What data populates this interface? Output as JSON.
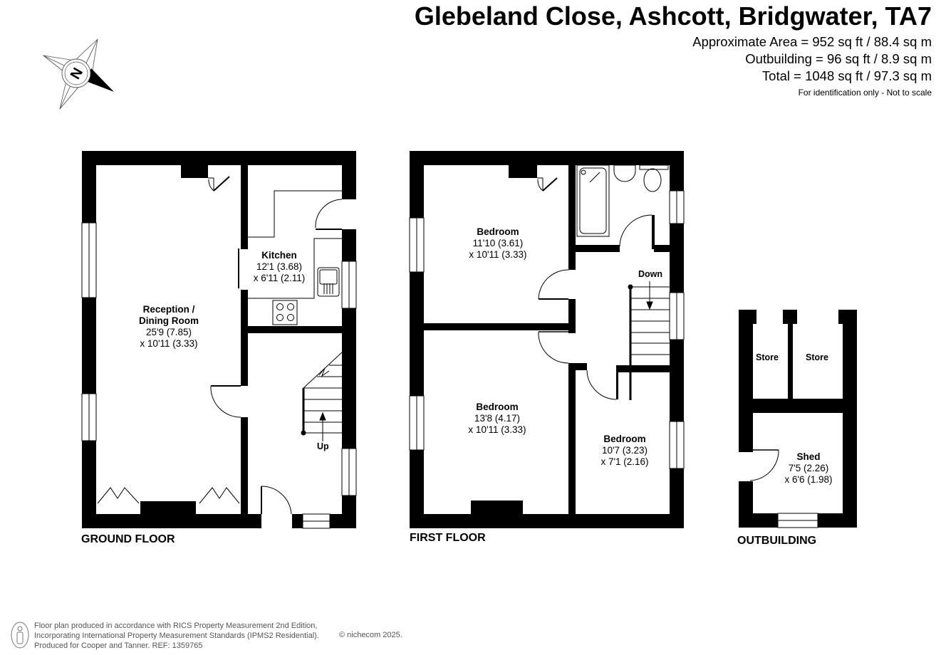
{
  "header": {
    "title": "Glebeland Close, Ashcott, Bridgwater, TA7",
    "approx_area": "Approximate Area = 952 sq ft / 88.4 sq m",
    "outbuilding_area": "Outbuilding = 96 sq ft / 8.9 sq m",
    "total_area": "Total = 1048 sq ft / 97.3 sq m",
    "disclaimer": "For identification only - Not to scale"
  },
  "compass": {
    "icon": "north-compass-icon",
    "letter": "N"
  },
  "floors": {
    "ground": {
      "label": "GROUND FLOOR",
      "rooms": {
        "reception": {
          "name": "Reception /",
          "name2": "Dining Room",
          "dim1": "25'9 (7.85)",
          "dim2": "x 10'11 (3.33)"
        },
        "kitchen": {
          "name": "Kitchen",
          "dim1": "12'1 (3.68)",
          "dim2": "x 6'11 (2.11)"
        }
      },
      "stairs_label": "Up"
    },
    "first": {
      "label": "FIRST FLOOR",
      "rooms": {
        "bedroom1": {
          "name": "Bedroom",
          "dim1": "11'10 (3.61)",
          "dim2": "x 10'11 (3.33)"
        },
        "bedroom2": {
          "name": "Bedroom",
          "dim1": "13'8 (4.17)",
          "dim2": "x 10'11 (3.33)"
        },
        "bedroom3": {
          "name": "Bedroom",
          "dim1": "10'7 (3.23)",
          "dim2": "x 7'1 (2.16)"
        }
      },
      "stairs_label": "Down"
    },
    "outbuilding": {
      "label": "OUTBUILDING",
      "rooms": {
        "store1": {
          "name": "Store"
        },
        "store2": {
          "name": "Store"
        },
        "shed": {
          "name": "Shed",
          "dim1": "7'5 (2.26)",
          "dim2": "x 6'6 (1.98)"
        }
      }
    }
  },
  "footer": {
    "line1": "Floor plan produced in accordance with RICS Property Measurement 2nd Edition,",
    "line2": "Incorporating International Property Measurement Standards (IPMS2 Residential).",
    "line3": "Produced for Cooper and Tanner.   REF:  1359765",
    "copyright": "© nichecom 2025."
  },
  "colors": {
    "wall": "#000000",
    "background": "#ffffff",
    "footer_text": "#555555"
  }
}
